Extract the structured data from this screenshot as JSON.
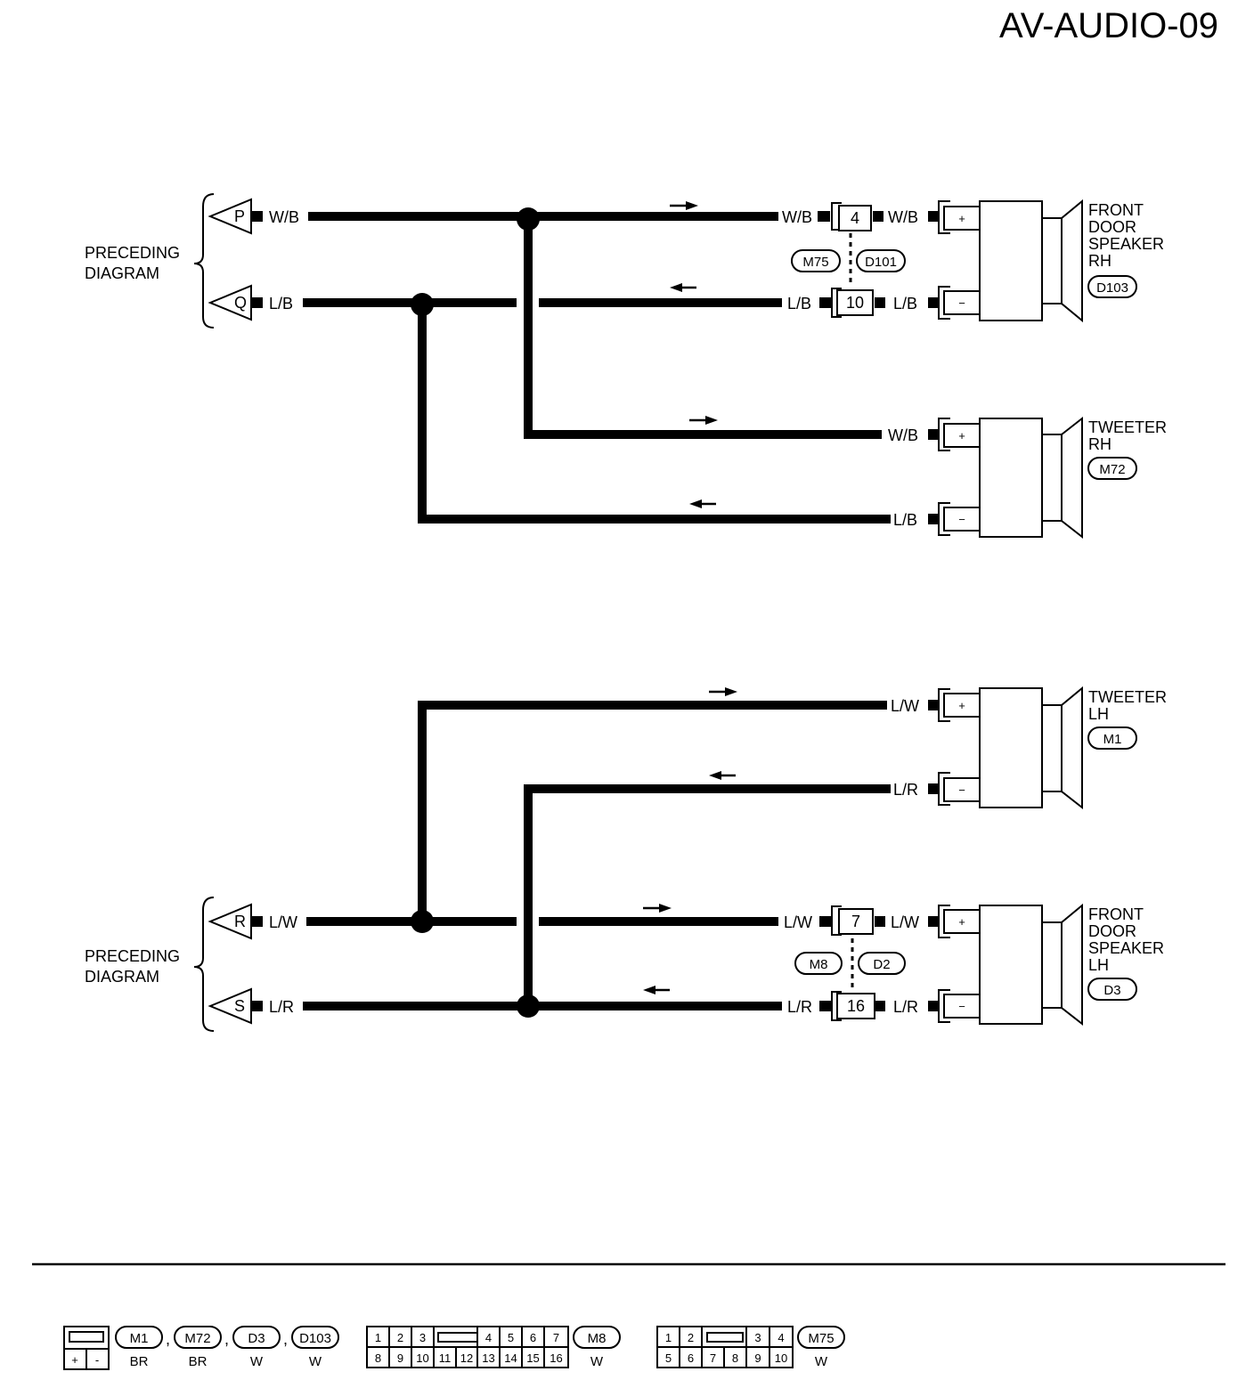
{
  "page_title": "AV-AUDIO-09",
  "preceding_label": [
    "PRECEDING",
    "DIAGRAM"
  ],
  "terminals": {
    "P": "P",
    "Q": "Q",
    "R": "R",
    "S": "S"
  },
  "wires": {
    "w_b": "W/B",
    "l_b": "L/B",
    "l_w": "L/W",
    "l_r": "L/R"
  },
  "connectors": {
    "rh_pin_top": "4",
    "rh_pin_bottom": "10",
    "rh_left_id": "M75",
    "rh_right_id": "D101",
    "lh_pin_top": "7",
    "lh_pin_bottom": "16",
    "lh_left_id": "M8",
    "lh_right_id": "D2"
  },
  "components": {
    "front_rh": {
      "lines": [
        "FRONT",
        "DOOR",
        "SPEAKER",
        "RH"
      ],
      "id": "D103"
    },
    "tweeter_rh": {
      "lines": [
        "TWEETER",
        "RH"
      ],
      "id": "M72"
    },
    "tweeter_lh": {
      "lines": [
        "TWEETER",
        "LH"
      ],
      "id": "M1"
    },
    "front_lh": {
      "lines": [
        "FRONT",
        "DOOR",
        "SPEAKER",
        "LH"
      ],
      "id": "D3"
    }
  },
  "polarity": {
    "plus": "+",
    "minus": "−"
  },
  "legend": {
    "speaker_conn": {
      "pins": [
        "+",
        "-"
      ],
      "ids": [
        "M1",
        "M72",
        "D3",
        "D103"
      ],
      "colors": [
        "BR",
        "BR",
        "W",
        "W"
      ],
      "sep": ","
    },
    "m8": {
      "id": "M8",
      "color": "W",
      "top": [
        "1",
        "2",
        "3",
        "4",
        "5",
        "6",
        "7"
      ],
      "bottom": [
        "8",
        "9",
        "10",
        "11",
        "12",
        "13",
        "14",
        "15",
        "16"
      ]
    },
    "m75": {
      "id": "M75",
      "color": "W",
      "top": [
        "1",
        "2",
        "3",
        "4"
      ],
      "bottom": [
        "5",
        "6",
        "7",
        "8",
        "9",
        "10"
      ]
    }
  }
}
